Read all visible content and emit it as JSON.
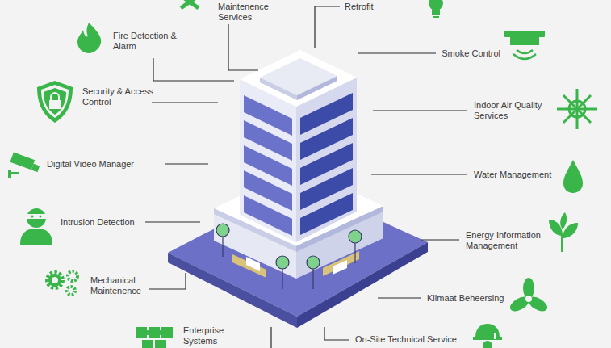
{
  "diagram": {
    "labels": [
      "Maintenence Services",
      "Retrofit",
      "Fire Detection & Alarm",
      "Smoke Control",
      "Security & Access Control",
      "Indoor Air Quality Services",
      "Digital Video Manager",
      "Water Management",
      "Intrusion Detection",
      "Energy Information Management",
      "Mechanical Maintenence",
      "Kilmaat Beheersing",
      "Enterprise Systems",
      "On-Site Technical Service"
    ]
  }
}
